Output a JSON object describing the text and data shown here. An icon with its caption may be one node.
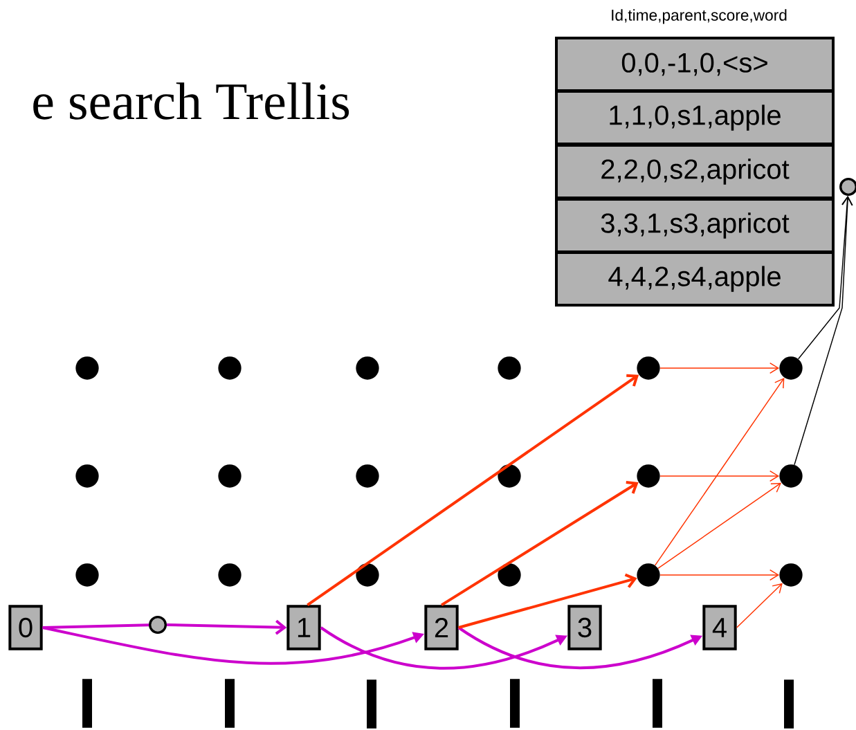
{
  "diagram": {
    "nodes": [
      {
        "text": [
          "0,0,-1,0,<s>"
        ]
      },
      {
        "text": [
          "1,1,0,s1,apple"
        ]
      },
      {
        "text": [
          "2,2,0,s2,apricot"
        ]
      },
      {
        "text": [
          "3,3,1,s3,apricot"
        ]
      },
      {
        "text": [
          "4,4,2,s4,apple"
        ]
      },
      {
        "text": [],
        "shape": "circle"
      },
      {
        "text": [],
        "shape": "circle"
      },
      {
        "text": [],
        "shape": "circle"
      },
      {
        "text": [],
        "shape": "circle"
      },
      {
        "text": [],
        "shape": "circle"
      },
      {
        "text": [],
        "shape": "circle"
      },
      {
        "text": [],
        "shape": "circle"
      },
      {
        "text": [],
        "shape": "circle"
      },
      {
        "text": [],
        "shape": "circle"
      },
      {
        "text": [],
        "shape": "circle"
      },
      {
        "text": [],
        "shape": "circle"
      },
      {
        "text": [],
        "shape": "circle"
      },
      {
        "text": [],
        "shape": "circle"
      },
      {
        "text": [],
        "shape": "circle"
      },
      {
        "text": [],
        "shape": "circle"
      },
      {
        "text": [],
        "shape": "circle"
      },
      {
        "text": [],
        "shape": "circle"
      },
      {
        "text": [],
        "shape": "circle"
      },
      {
        "text": [],
        "shape": "circle"
      },
      {
        "text": [
          "0"
        ]
      },
      {
        "text": [
          "1"
        ]
      },
      {
        "text": [
          "2"
        ]
      },
      {
        "text": [
          "3"
        ]
      },
      {
        "text": [
          "4"
        ]
      },
      {
        "text": [],
        "shape": "circle"
      },
      {
        "text": [],
        "shape": "bar"
      },
      {
        "text": [],
        "shape": "bar"
      },
      {
        "text": [],
        "shape": "bar"
      },
      {
        "text": [],
        "shape": "bar"
      },
      {
        "text": [],
        "shape": "bar"
      },
      {
        "text": [],
        "shape": "bar"
      }
    ],
    "edges": [
      {
        "from": 24,
        "to": 29,
        "arrow": "none",
        "style": "thick",
        "color": "#cc00cc"
      },
      {
        "from": 29,
        "to": 25,
        "arrow": "to",
        "style": "thick",
        "color": "#cc00cc"
      },
      {
        "from": 24,
        "to": 26,
        "arrow": "to",
        "style": "thick",
        "color": "#cc00cc"
      },
      {
        "from": 25,
        "to": 27,
        "arrow": "to",
        "style": "thick",
        "color": "#cc00cc"
      },
      {
        "from": 26,
        "to": 28,
        "arrow": "to",
        "style": "thick",
        "color": "#cc00cc"
      },
      {
        "from": 25,
        "to": 10,
        "arrow": "to",
        "style": "thick"
      },
      {
        "from": 26,
        "to": 16,
        "arrow": "to",
        "style": "thick"
      },
      {
        "from": 26,
        "to": 22,
        "arrow": "to",
        "style": "thick"
      },
      {
        "from": 10,
        "to": 11,
        "arrow": "to"
      },
      {
        "from": 16,
        "to": 17,
        "arrow": "to"
      },
      {
        "from": 22,
        "to": 11,
        "arrow": "to"
      },
      {
        "from": 22,
        "to": 17,
        "arrow": "to"
      },
      {
        "from": 22,
        "to": 23,
        "arrow": "to"
      },
      {
        "from": 28,
        "to": 23,
        "arrow": "to"
      },
      {
        "from": 11,
        "to": 5,
        "arrow": "to",
        "color": "#000000"
      },
      {
        "from": 17,
        "to": 5,
        "arrow": "to",
        "color": "#000000"
      }
    ],
    "labels": [
      "Id,time,parent,score,word",
      "e search Trellis"
    ]
  }
}
